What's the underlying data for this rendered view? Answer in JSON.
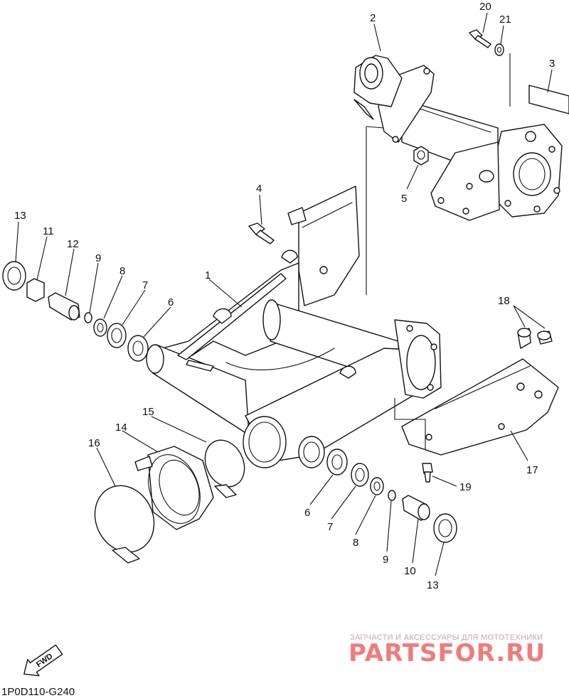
{
  "diagram": {
    "diagram_code": "1P0D110-G240",
    "direction_label": "FWD",
    "watermark": {
      "line1": "ЗАПЧАСТИ И АКСЕССУАРЫ ДЛЯ МОТОТЕХНИКИ",
      "line2": "PARTSFOR.RU"
    },
    "part_numbers": {
      "p1": "1",
      "p2": "2",
      "p3": "3",
      "p4": "4",
      "p5": "5",
      "p6a": "6",
      "p6b": "6",
      "p7a": "7",
      "p7b": "7",
      "p8a": "8",
      "p8b": "8",
      "p9a": "9",
      "p9b": "9",
      "p10": "10",
      "p11": "11",
      "p12": "12",
      "p13a": "13",
      "p13b": "13",
      "p14": "14",
      "p15": "15",
      "p16": "16",
      "p17": "17",
      "p18": "18",
      "p19": "19",
      "p20": "20",
      "p21": "21"
    }
  }
}
